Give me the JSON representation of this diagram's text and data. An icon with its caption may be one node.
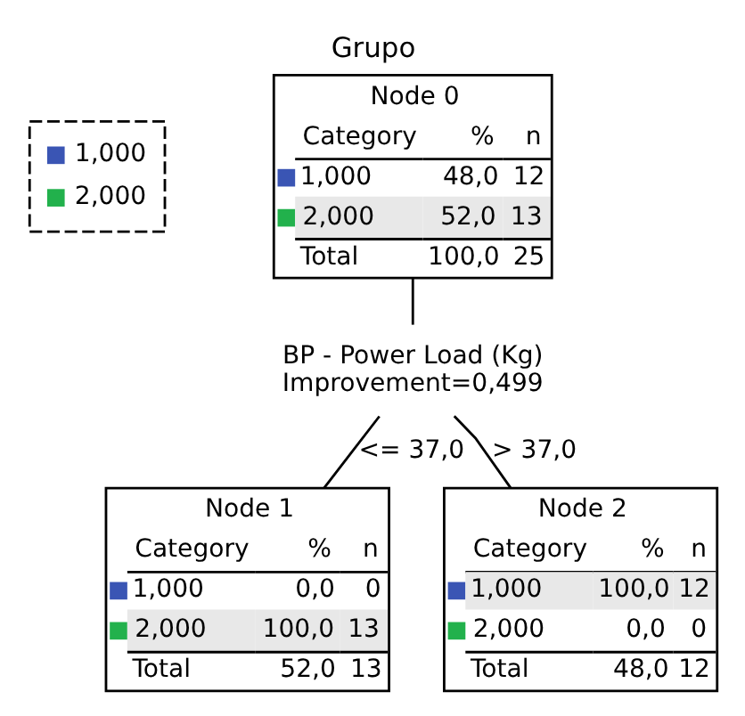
{
  "diagram": {
    "title": "Grupo",
    "nodes": [
      {
        "text": [
          "Node 0",
          "Category",
          "%",
          "n",
          "1,000",
          "48,0",
          "12",
          "2,000",
          "52,0",
          "13",
          "Total",
          "100,0",
          "25"
        ]
      },
      {
        "text": [
          "BP - Power Load (Kg)",
          "Improvement=0,499"
        ]
      },
      {
        "text": [
          "Node 1",
          "Category",
          "%",
          "n",
          "1,000",
          "0,0",
          "0",
          "2,000",
          "100,0",
          "13",
          "Total",
          "52,0",
          "13"
        ]
      },
      {
        "text": [
          "Node 2",
          "Category",
          "%",
          "n",
          "1,000",
          "100,0",
          "12",
          "2,000",
          "0,0",
          "0",
          "Total",
          "48,0",
          "12"
        ]
      }
    ],
    "edges": [
      {
        "from": 0,
        "to": 1,
        "arrow": "none"
      },
      {
        "from": 1,
        "to": 2,
        "arrow": "none",
        "label": "<= 37,0"
      },
      {
        "from": 1,
        "to": 3,
        "arrow": "none",
        "label": "> 37,0"
      }
    ],
    "legend": [
      {
        "text": "1,000",
        "color": "#3a55b4"
      },
      {
        "text": "2,000",
        "color": "#22b14c"
      }
    ]
  }
}
